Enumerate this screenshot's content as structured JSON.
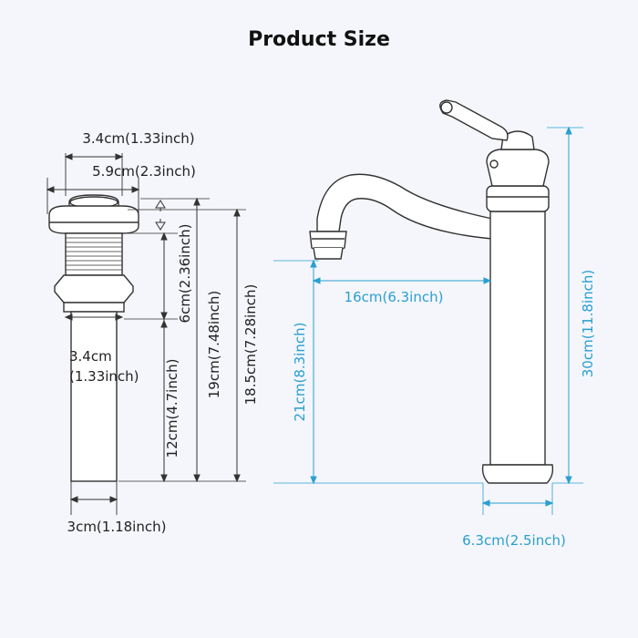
{
  "title": "Product Size",
  "colors": {
    "background": "#f4f6fb",
    "line": "#333333",
    "accent": "#2a9fd0"
  },
  "drain": {
    "top_width": "3.4cm(1.33inch)",
    "flange_width": "5.9cm(2.3inch)",
    "neck_height": "6cm(2.36inch)",
    "neck_diameter_line1": "3.4cm",
    "neck_diameter_line2": "(1.33inch)",
    "tail_height": "12cm(4.7inch)",
    "mid_height": "19cm(7.48inch)",
    "total_height": "18.5cm(7.28inch)",
    "tail_width": "3cm(1.18inch)"
  },
  "faucet": {
    "reach": "16cm(6.3inch)",
    "spout_height": "21cm(8.3inch)",
    "total_height": "30cm(11.8inch)",
    "base_width": "6.3cm(2.5inch)"
  }
}
